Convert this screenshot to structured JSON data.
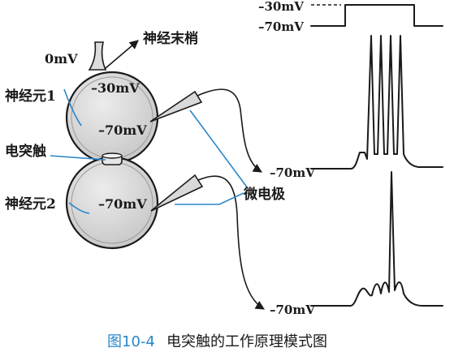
{
  "labels": {
    "nerve_terminal": "神经末梢",
    "zero_mv": "0mV",
    "neuron1": "神经元1",
    "neuron2": "神经元2",
    "electrical_synapse": "电突触",
    "microelectrode": "微电极",
    "neuron1_top_potential": "–30mV",
    "neuron1_inner_potential": "–70mV",
    "neuron2_inner_potential": "–70mV",
    "stim_high": "–30mV",
    "stim_low": "–70mV",
    "trace1_baseline": "–70mV",
    "trace2_baseline": "–70mV"
  },
  "caption": {
    "number": "图10-4",
    "text": "电突触的工作原理模式图"
  },
  "colors": {
    "accent_blue": "#2a86c8",
    "cell_fill": "#dcdcdc",
    "ink": "#1a1a1a"
  }
}
